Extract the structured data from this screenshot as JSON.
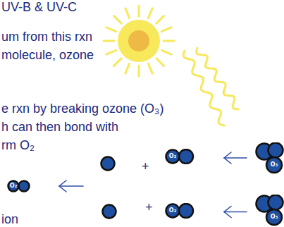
{
  "diagram": {
    "nodes": [
      {
        "text": [
          "O₂"
        ]
      },
      {
        "text": [
          "O₃"
        ]
      },
      {
        "text": [
          "O₂"
        ]
      },
      {
        "text": [
          "O₂"
        ]
      },
      {
        "text": [
          "O₃"
        ]
      }
    ],
    "edges": [
      {
        "from": 1,
        "to": 0,
        "arrow": "to"
      },
      {
        "from": 4,
        "to": 3,
        "arrow": "to"
      }
    ],
    "labels": [
      "UV-B & UV-C",
      "um from this rxn",
      "molecule, ozone",
      "e rxn by breaking ozone (O₃)",
      "h can then bond with",
      "rm O₂",
      "+",
      "+",
      "ion"
    ]
  }
}
